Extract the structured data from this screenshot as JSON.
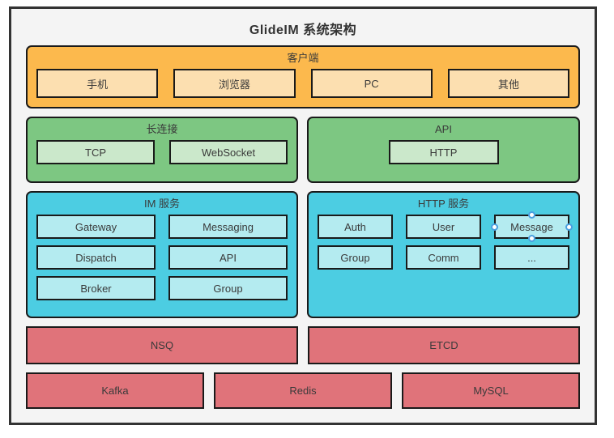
{
  "diagram": {
    "title": "GlideIM 系统架构",
    "canvas_bg": "#f4f4f4",
    "canvas_border": "#333333",
    "layers": [
      {
        "id": "client",
        "color": "#fcb94d",
        "node_color": "#fcdfb0",
        "groups": [
          {
            "title": "客户端",
            "nodes": [
              "手机",
              "浏览器",
              "PC",
              "其他"
            ]
          }
        ]
      },
      {
        "id": "connection",
        "color": "#7dc782",
        "node_color": "#cbe8cb",
        "groups": [
          {
            "title": "长连接",
            "nodes": [
              "TCP",
              "WebSocket"
            ]
          },
          {
            "title": "API",
            "nodes": [
              "HTTP"
            ]
          }
        ]
      },
      {
        "id": "service",
        "color": "#4ccde2",
        "node_color": "#b4ebf0",
        "groups": [
          {
            "title": "IM 服务",
            "nodes": [
              "Gateway",
              "Messaging",
              "Dispatch",
              "API",
              "Broker",
              "Group"
            ]
          },
          {
            "title": "HTTP 服务",
            "nodes": [
              "Auth",
              "User",
              "Message",
              "Group",
              "Comm",
              "..."
            ],
            "selected_node": "Message"
          }
        ]
      },
      {
        "id": "middleware",
        "color": "#e0737a",
        "nodes": [
          "NSQ",
          "ETCD"
        ]
      },
      {
        "id": "storage",
        "color": "#e0737a",
        "nodes": [
          "Kafka",
          "Redis",
          "MySQL"
        ]
      }
    ]
  },
  "selection": {
    "handle_fill": "#ffffff",
    "handle_stroke": "#4a9fe0",
    "handles": [
      "top",
      "right",
      "bottom",
      "left"
    ]
  }
}
